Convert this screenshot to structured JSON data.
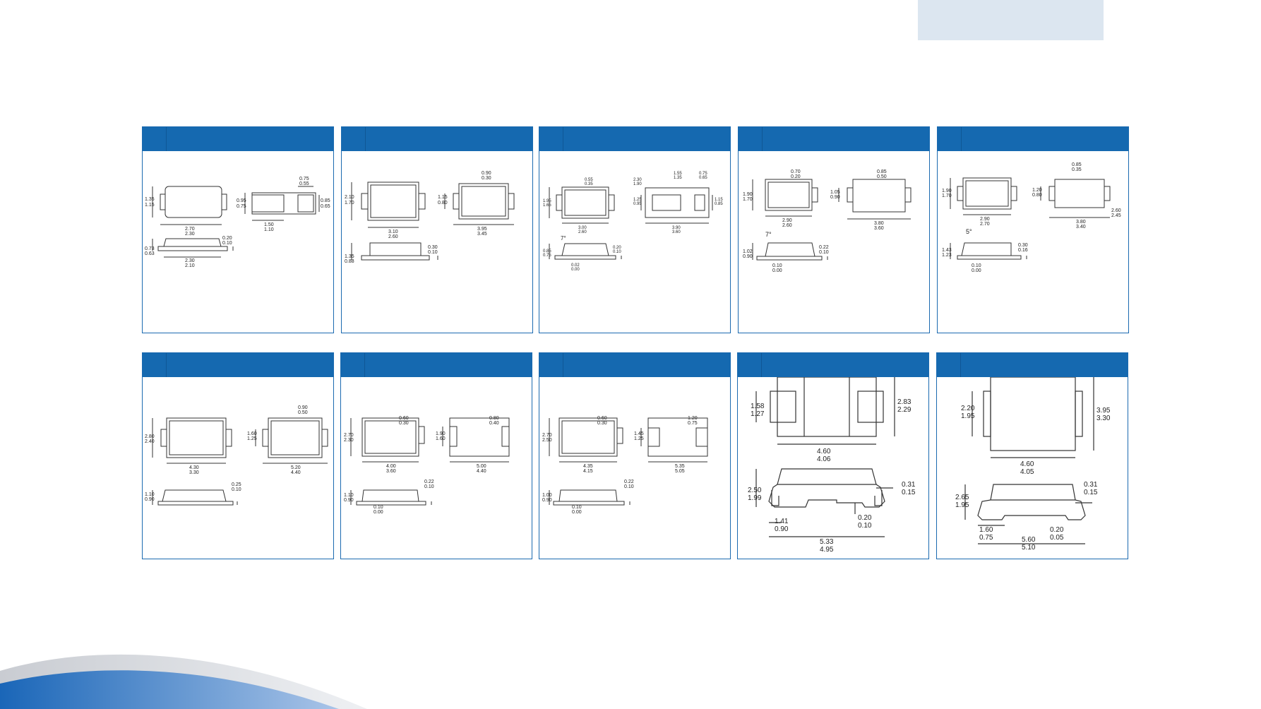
{
  "colors": {
    "header_blue": "#1569b0",
    "border_blue": "#1b6ab0",
    "topbox": "#dce6f0",
    "line": "#333333"
  },
  "panels": [
    {
      "dims": {
        "a1": "1.35",
        "a2": "1.15",
        "b1": "2.70",
        "b2": "2.30",
        "c1": "0.75",
        "c2": "0.55",
        "d1": "0.95",
        "d2": "0.75",
        "e1": "0.85",
        "e2": "0.65",
        "f1": "1.50",
        "f2": "1.10",
        "g1": "0.73",
        "g2": "0.63",
        "h1": "0.20",
        "h2": "0.10",
        "i1": "2.30",
        "i2": "2.10"
      }
    },
    {
      "dims": {
        "a1": "2.10",
        "a2": "1.70",
        "b1": "3.10",
        "b2": "2.60",
        "c1": "0.90",
        "c2": "0.30",
        "d1": "1.15",
        "d2": "0.80",
        "f1": "3.95",
        "f2": "3.45",
        "g1": "1.35",
        "g2": "0.88",
        "h1": "0.30",
        "h2": "0.10"
      }
    },
    {
      "dims": {
        "a1": "1.95",
        "a2": "1.65",
        "b1": "3.00",
        "b2": "2.60",
        "c1": "0.55",
        "c2": "0.35",
        "j1": "2.30",
        "j2": "1.90",
        "k1": "1.55",
        "k2": "1.35",
        "l1": "0.75",
        "l2": "0.65",
        "d1": "1.25",
        "d2": "0.95",
        "e1": "1.15",
        "e2": "0.85",
        "f1": "3.90",
        "f2": "3.60",
        "angle": "7°",
        "g1": "0.85",
        "g2": "0.75",
        "h1": "0.20",
        "h2": "0.10",
        "m1": "0.02",
        "m2": "0.00"
      }
    },
    {
      "dims": {
        "a1": "1.90",
        "a2": "1.70",
        "b1": "2.90",
        "b2": "2.60",
        "c1": "0.70",
        "c2": "0.20",
        "d1": "1.05",
        "d2": "0.90",
        "k1": "0.85",
        "k2": "0.50",
        "f1": "3.80",
        "f2": "3.60",
        "angle": "7°",
        "g1": "1.02",
        "g2": "0.90",
        "h1": "0.22",
        "h2": "0.10",
        "m1": "0.10",
        "m2": "0.00"
      }
    },
    {
      "dims": {
        "a1": "1.90",
        "a2": "1.70",
        "b1": "2.90",
        "b2": "2.70",
        "d1": "1.20",
        "d2": "0.80",
        "k1": "0.85",
        "k2": "0.35",
        "e1": "2.60",
        "e2": "2.45",
        "f1": "3.80",
        "f2": "3.40",
        "angle": "5°",
        "g1": "1.43",
        "g2": "1.23",
        "h1": "0.30",
        "h2": "0.16",
        "m1": "0.10",
        "m2": "0.00"
      }
    },
    {
      "dims": {
        "a1": "2.80",
        "a2": "2.40",
        "b1": "4.30",
        "b2": "3.30",
        "c1": "0.90",
        "c2": "0.50",
        "d1": "1.60",
        "d2": "1.25",
        "f1": "5.20",
        "f2": "4.40",
        "g1": "1.10",
        "g2": "0.90",
        "h1": "0.25",
        "h2": "0.10"
      }
    },
    {
      "dims": {
        "a1": "2.70",
        "a2": "2.30",
        "b1": "4.00",
        "b2": "3.60",
        "c1": "0.60",
        "c2": "0.30",
        "k1": "0.80",
        "k2": "0.40",
        "d1": "1.90",
        "d2": "1.60",
        "f1": "5.00",
        "f2": "4.40",
        "g1": "1.10",
        "g2": "0.90",
        "h1": "0.22",
        "h2": "0.10",
        "m1": "0.10",
        "m2": "0.00"
      }
    },
    {
      "dims": {
        "a1": "2.70",
        "a2": "2.50",
        "b1": "4.35",
        "b2": "4.15",
        "c1": "0.60",
        "c2": "0.30",
        "k1": "1.20",
        "k2": "0.75",
        "d1": "1.45",
        "d2": "1.25",
        "f1": "5.35",
        "f2": "5.05",
        "g1": "1.00",
        "g2": "0.90",
        "h1": "0.22",
        "h2": "0.10",
        "m1": "0.10",
        "m2": "0.00"
      }
    },
    {
      "dims": {
        "a1": "1.58",
        "a2": "1.27",
        "c1": "2.83",
        "c2": "2.29",
        "b1": "4.60",
        "b2": "4.06",
        "g1": "2.50",
        "g2": "1.99",
        "h1": "0.31",
        "h2": "0.15",
        "m1": "0.20",
        "m2": "0.10",
        "n1": "1.41",
        "n2": "0.90",
        "f1": "5.33",
        "f2": "4.95"
      }
    },
    {
      "dims": {
        "a1": "2.20",
        "a2": "1.95",
        "c1": "3.95",
        "c2": "3.30",
        "b1": "4.60",
        "b2": "4.05",
        "h1": "0.31",
        "h2": "0.15",
        "g1": "2.65",
        "g2": "1.95",
        "n1": "1.60",
        "n2": "0.75",
        "m1": "0.20",
        "m2": "0.05",
        "f1": "5.60",
        "f2": "5.10"
      }
    }
  ]
}
